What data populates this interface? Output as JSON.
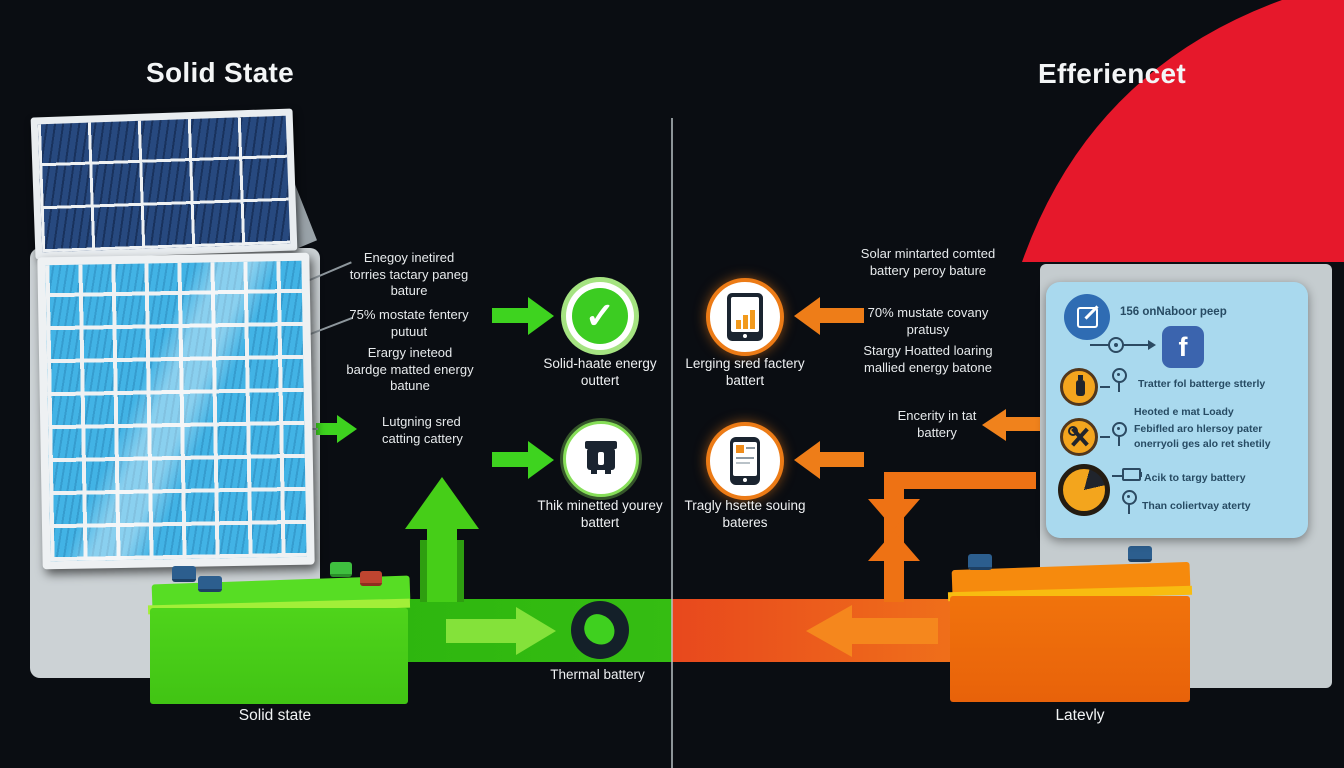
{
  "titles": {
    "left": "Solid State",
    "right": "Efferiencet"
  },
  "left_annotations": {
    "a1": "Enegoy inetired torries tactary paneg bature",
    "a2": "75% mostate fentery putuut",
    "a3": "Erargy ineteod bardge matted energy batune",
    "arrow_label": "Lutgning sred catting cattery"
  },
  "right_annotations": {
    "a1": "Solar mintarted comted battery peroy bature",
    "a2": "70% mustate covany pratusy",
    "a3": "Stargy Hoatted loaring mallied energy batone",
    "arrow_label": "Encerity in tat battery"
  },
  "green_column": {
    "item1_label": "Solid-haate energy outtert",
    "item2_label": "Thik minetted yourey battert"
  },
  "orange_column": {
    "item1_label": "Lerging sred factery battert",
    "item2_label": "Tragly hsette souing bateres"
  },
  "flow": {
    "band_label": "Thermal battery"
  },
  "bottom_labels": {
    "left": "Solid state",
    "right": "Latevly"
  },
  "info_panel": {
    "row1": "156 onNaboor peep",
    "facebook_letter": "f",
    "row2": "Tratter fol batterge stterly",
    "row3a": "Heoted e mat Loady",
    "row3b": "Febifled aro hlersoy pater",
    "row3c": "onerryoli ges alo ret shetily",
    "row4a": "Acik to targy battery",
    "row4b": "Than coliertvay aterty",
    "check_glyph": "✓"
  },
  "colors": {
    "green_accent": "#3ecc22",
    "orange_accent": "#ef7c1a",
    "red_shape": "#e6182b",
    "panel_blue": "#a9d9ee",
    "facebook_blue": "#3b64ae",
    "band_green": "#33bb12",
    "band_orange": "#ee5f19"
  }
}
